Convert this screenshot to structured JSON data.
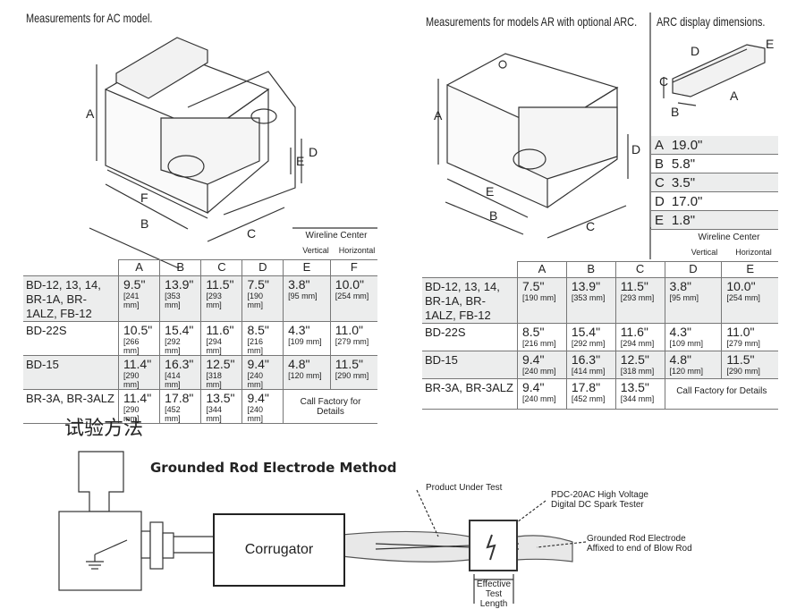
{
  "left_panel": {
    "caption": "Measurements for AC model.",
    "dim_labels": [
      "A",
      "F",
      "B",
      "C",
      "E",
      "D"
    ],
    "wireline": {
      "title": "Wireline Center",
      "sub": [
        "Vertical",
        "Horizontal"
      ]
    },
    "headers": [
      "A",
      "B",
      "C",
      "D",
      "E",
      "F"
    ],
    "rows": [
      {
        "model": "BD-12, 13, 14, BR-1A, BR-1ALZ, FB-12",
        "cells": [
          [
            "9.5\"",
            "[241 mm]"
          ],
          [
            "13.9\"",
            "[353 mm]"
          ],
          [
            "11.5\"",
            "[293 mm]"
          ],
          [
            "7.5\"",
            "[190 mm]"
          ],
          [
            "3.8\"",
            "[95 mm]"
          ],
          [
            "10.0\"",
            "[254 mm]"
          ]
        ]
      },
      {
        "model": "BD-22S",
        "cells": [
          [
            "10.5\"",
            "[266 mm]"
          ],
          [
            "15.4\"",
            "[292 mm]"
          ],
          [
            "11.6\"",
            "[294 mm]"
          ],
          [
            "8.5\"",
            "[216 mm]"
          ],
          [
            "4.3\"",
            "[109 mm]"
          ],
          [
            "11.0\"",
            "[279 mm]"
          ]
        ]
      },
      {
        "model": "BD-15",
        "cells": [
          [
            "11.4\"",
            "[290 mm]"
          ],
          [
            "16.3\"",
            "[414 mm]"
          ],
          [
            "12.5\"",
            "[318 mm]"
          ],
          [
            "9.4\"",
            "[240 mm]"
          ],
          [
            "4.8\"",
            "[120 mm]"
          ],
          [
            "11.5\"",
            "[290 mm]"
          ]
        ]
      },
      {
        "model": "BR-3A, BR-3ALZ",
        "cells": [
          [
            "11.4\"",
            "[290 mm]"
          ],
          [
            "17.8\"",
            "[452 mm]"
          ],
          [
            "13.5\"",
            "[344 mm]"
          ],
          [
            "9.4\"",
            "[240 mm]"
          ]
        ],
        "note": "Call Factory for Details"
      }
    ]
  },
  "right_panel": {
    "caption": "Measurements for models AR with optional ARC.",
    "arc_caption": "ARC display dimensions.",
    "dim_labels": [
      "A",
      "E",
      "B",
      "C",
      "D"
    ],
    "arc_labels": [
      "D",
      "E",
      "C",
      "B",
      "A"
    ],
    "arc_dims": [
      [
        "A",
        "19.0\""
      ],
      [
        "B",
        "5.8\""
      ],
      [
        "C",
        "3.5\""
      ],
      [
        "D",
        "17.0\""
      ],
      [
        "E",
        "1.8\""
      ]
    ],
    "wireline": {
      "title": "Wireline Center",
      "sub": [
        "Vertical",
        "Horizontal"
      ]
    },
    "headers": [
      "A",
      "B",
      "C",
      "D",
      "E"
    ],
    "rows": [
      {
        "model": "BD-12, 13, 14, BR-1A, BR-1ALZ, FB-12",
        "cells": [
          [
            "7.5\"",
            "[190 mm]"
          ],
          [
            "13.9\"",
            "[353 mm]"
          ],
          [
            "11.5\"",
            "[293 mm]"
          ],
          [
            "3.8\"",
            "[95 mm]"
          ],
          [
            "10.0\"",
            "[254 mm]"
          ]
        ]
      },
      {
        "model": "BD-22S",
        "cells": [
          [
            "8.5\"",
            "[216 mm]"
          ],
          [
            "15.4\"",
            "[292 mm]"
          ],
          [
            "11.6\"",
            "[294 mm]"
          ],
          [
            "4.3\"",
            "[109 mm]"
          ],
          [
            "11.0\"",
            "[279 mm]"
          ]
        ]
      },
      {
        "model": "BD-15",
        "cells": [
          [
            "9.4\"",
            "[240 mm]"
          ],
          [
            "16.3\"",
            "[414 mm]"
          ],
          [
            "12.5\"",
            "[318 mm]"
          ],
          [
            "4.8\"",
            "[120 mm]"
          ],
          [
            "11.5\"",
            "[290 mm]"
          ]
        ]
      },
      {
        "model": "BR-3A, BR-3ALZ",
        "cells": [
          [
            "9.4\"",
            "[240 mm]"
          ],
          [
            "17.8\"",
            "[452 mm]"
          ],
          [
            "13.5\"",
            "[344 mm]"
          ]
        ],
        "note": "Call Factory for Details"
      }
    ]
  },
  "method": {
    "heading_zh": "试验方法",
    "title": "Grounded Rod Electrode Method",
    "corrugator": "Corrugator",
    "product_label": "Product Under Test",
    "tester_label": "PDC-20AC High Voltage Digital DC Spark Tester",
    "electrode_label": "Grounded Rod Electrode Affixed to end of Blow Rod",
    "effective_label": "Effective Test Length"
  }
}
